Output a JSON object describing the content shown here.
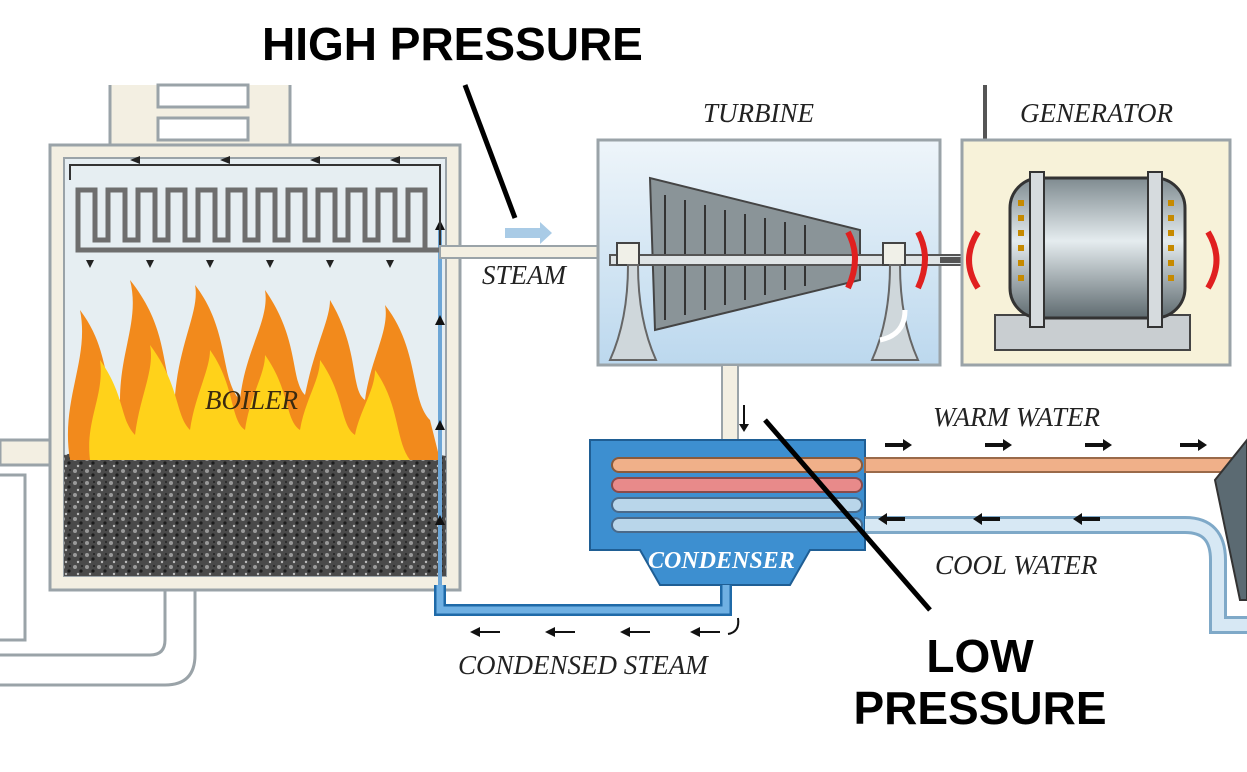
{
  "callouts": {
    "high_pressure": "HIGH PRESSURE",
    "low_pressure_line1": "LOW",
    "low_pressure_line2": "PRESSURE"
  },
  "labels": {
    "turbine": "TURBINE",
    "generator": "GENERATOR",
    "steam": "STEAM",
    "boiler": "BOILER",
    "condenser": "CONDENSER",
    "warm_water": "WARM WATER",
    "cool_water": "COOL WATER",
    "condensed_steam": "CONDENSED STEAM"
  },
  "colors": {
    "pipe_fill": "#f3efe2",
    "pipe_stroke": "#9aa3a8",
    "boiler_interior": "#e6eef2",
    "flame_outer": "#f28a1c",
    "flame_inner": "#ffd21a",
    "coal": "#3d3d3d",
    "turbine_box": "#d5e6f2",
    "generator_box": "#f7f2d9",
    "condenser_body": "#3d8fd0",
    "warm_pipe": "#f0b089",
    "cool_pipe": "#b9d6ea",
    "rotation_arrow": "#e02020",
    "callout_line": "#000000"
  }
}
